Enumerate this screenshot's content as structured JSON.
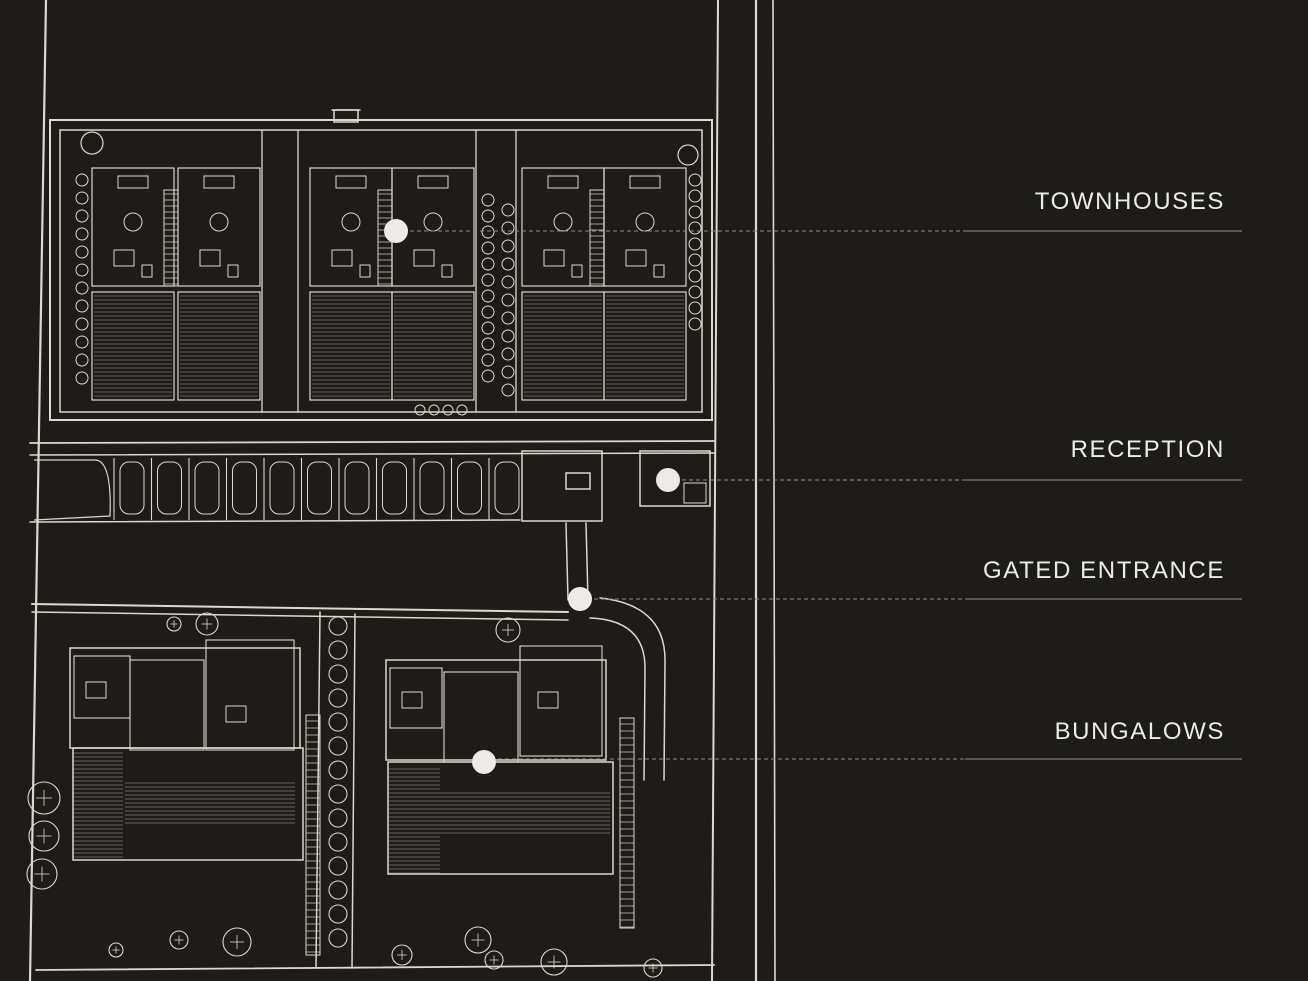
{
  "colors": {
    "background": "#1d1c18",
    "linework": "#dcd8cc",
    "marker": "#ecebe6",
    "leader": "#8d8b84"
  },
  "callouts": [
    {
      "id": "townhouses",
      "label": "TOWNHOUSES"
    },
    {
      "id": "reception",
      "label": "RECEPTION"
    },
    {
      "id": "gated-entrance",
      "label": "GATED ENTRANCE"
    },
    {
      "id": "bungalows",
      "label": "BUNGALOWS"
    }
  ]
}
